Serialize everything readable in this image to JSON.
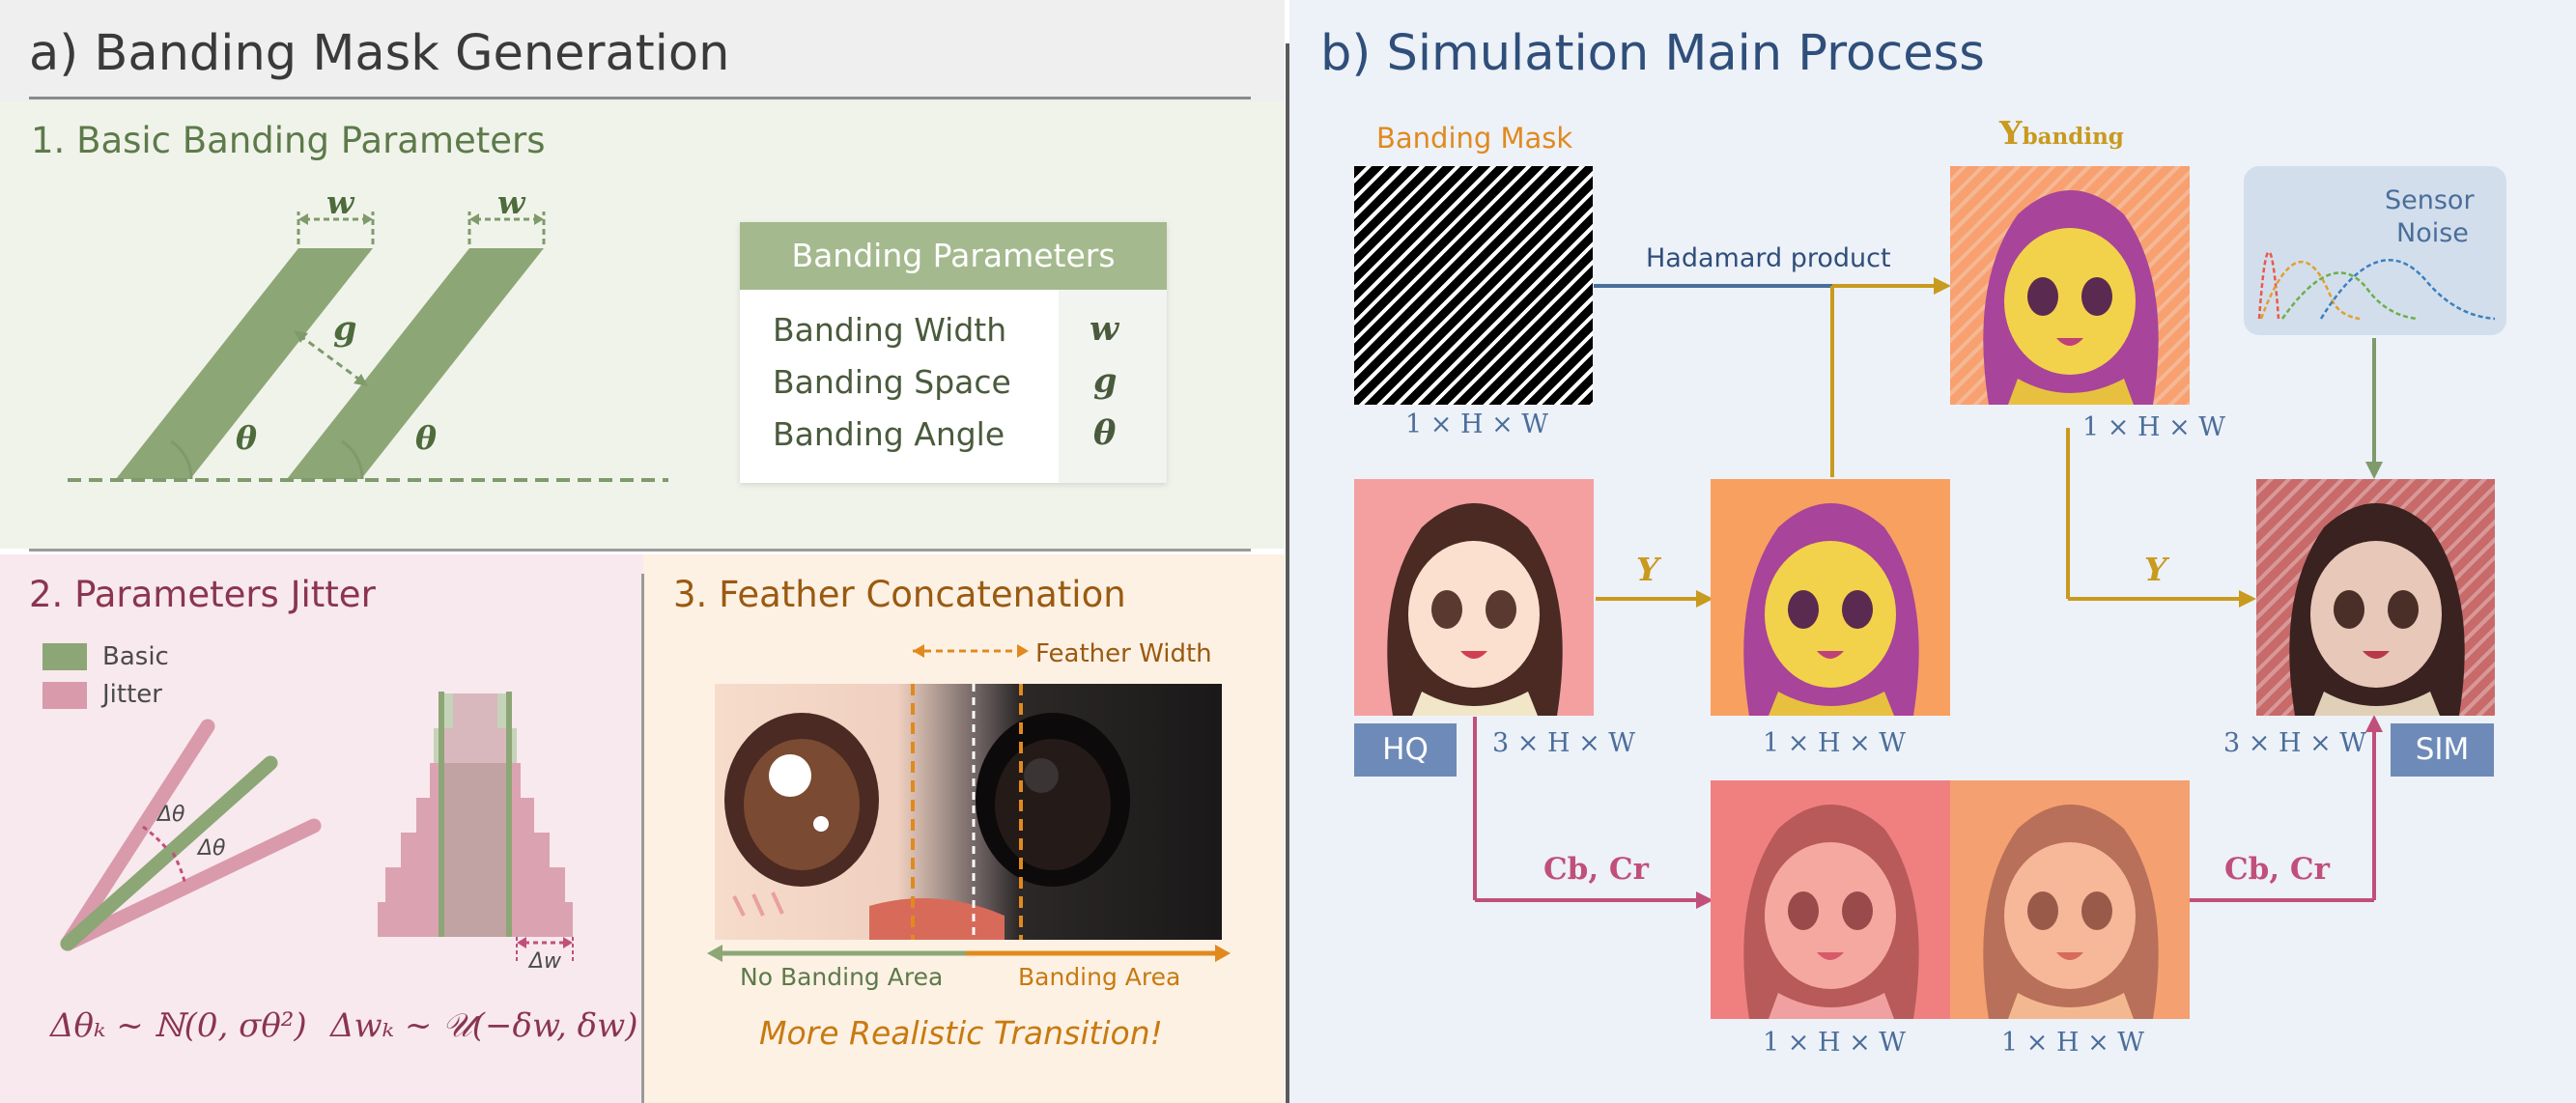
{
  "section_a": {
    "title": "a) Banding Mask Generation",
    "basic": {
      "title": "1. Basic Banding Parameters",
      "w_label": "w",
      "g_label": "g",
      "theta_label": "θ",
      "table": {
        "header": "Banding Parameters",
        "rows": [
          {
            "name": "Banding Width",
            "symbol": "w"
          },
          {
            "name": "Banding Space",
            "symbol": "g"
          },
          {
            "name": "Banding Angle",
            "symbol": "θ"
          }
        ]
      }
    },
    "jitter": {
      "title": "2. Parameters Jitter",
      "legend_basic": "Basic",
      "legend_jitter": "Jitter",
      "delta_theta": "Δθ",
      "delta_w": "Δw",
      "formula_theta": "Δθₖ ~ ℕ(0, σθ²)",
      "formula_w": "Δwₖ ~ 𝒰(−δw, δw)"
    },
    "feather": {
      "title": "3. Feather Concatenation",
      "feather_width": "Feather Width",
      "no_banding": "No Banding Area",
      "banding": "Banding Area",
      "caption": "More Realistic Transition!"
    }
  },
  "section_b": {
    "title": "b) Simulation Main Process",
    "banding_mask": "Banding Mask",
    "hadamard": "Hadamard product",
    "y_banding_main": "Y",
    "y_banding_sub": "banding",
    "sensor_noise_1": "Sensor",
    "sensor_noise_2": "Noise",
    "dim_mask": "1 × H × W",
    "dim_yband": "1 × H × W",
    "dim_hq": "3 × H × W",
    "dim_y": "1 × H × W",
    "dim_sim": "3 × H × W",
    "dim_cb": "1 × H × W",
    "dim_cr": "1 × H × W",
    "hq_label": "HQ",
    "sim_label": "SIM",
    "y_arrow_1": "Y",
    "y_arrow_2": "Y",
    "cbcr_left": "Cb, Cr",
    "cbcr_right": "Cb, Cr"
  },
  "colors": {
    "green": "#7f9a6b",
    "pink": "#d38ea2",
    "orange": "#e08a1e",
    "blue_dark": "#2f4f7a",
    "gold": "#c89a1e",
    "magenta": "#c0507a"
  }
}
